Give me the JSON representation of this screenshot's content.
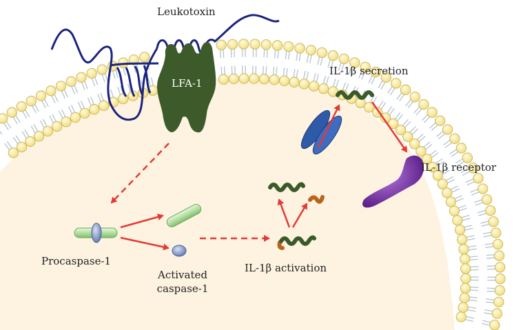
{
  "labels": {
    "leukotoxin": "Leukotoxin",
    "lfa1": "LFA-1",
    "il1b_secretion": "IL-1β secretion",
    "il1b_receptor": "IL-1β receptor",
    "procaspase": "Procaspase-1",
    "activated_line1": "Activated",
    "activated_line2": "caspase-1",
    "il1b_activation": "IL-1β activation"
  },
  "colors": {
    "cytoplasm": "#fdf3e0",
    "lipid_head": "#fbf0b0",
    "lipid_head_stroke": "#c8b45a",
    "lipid_tail": "#b9c7d2",
    "lfa1": "#3d5a2b",
    "toxin": "#1a237e",
    "arrow": "#e53935",
    "channel": "#2e5aa8",
    "receptor": "#7b2fa8",
    "il1b": "#3a5a2a",
    "prodomain": "#b8651b",
    "caspase_green": "#b5dfa3",
    "caspase_blue": "#7a90c0"
  }
}
